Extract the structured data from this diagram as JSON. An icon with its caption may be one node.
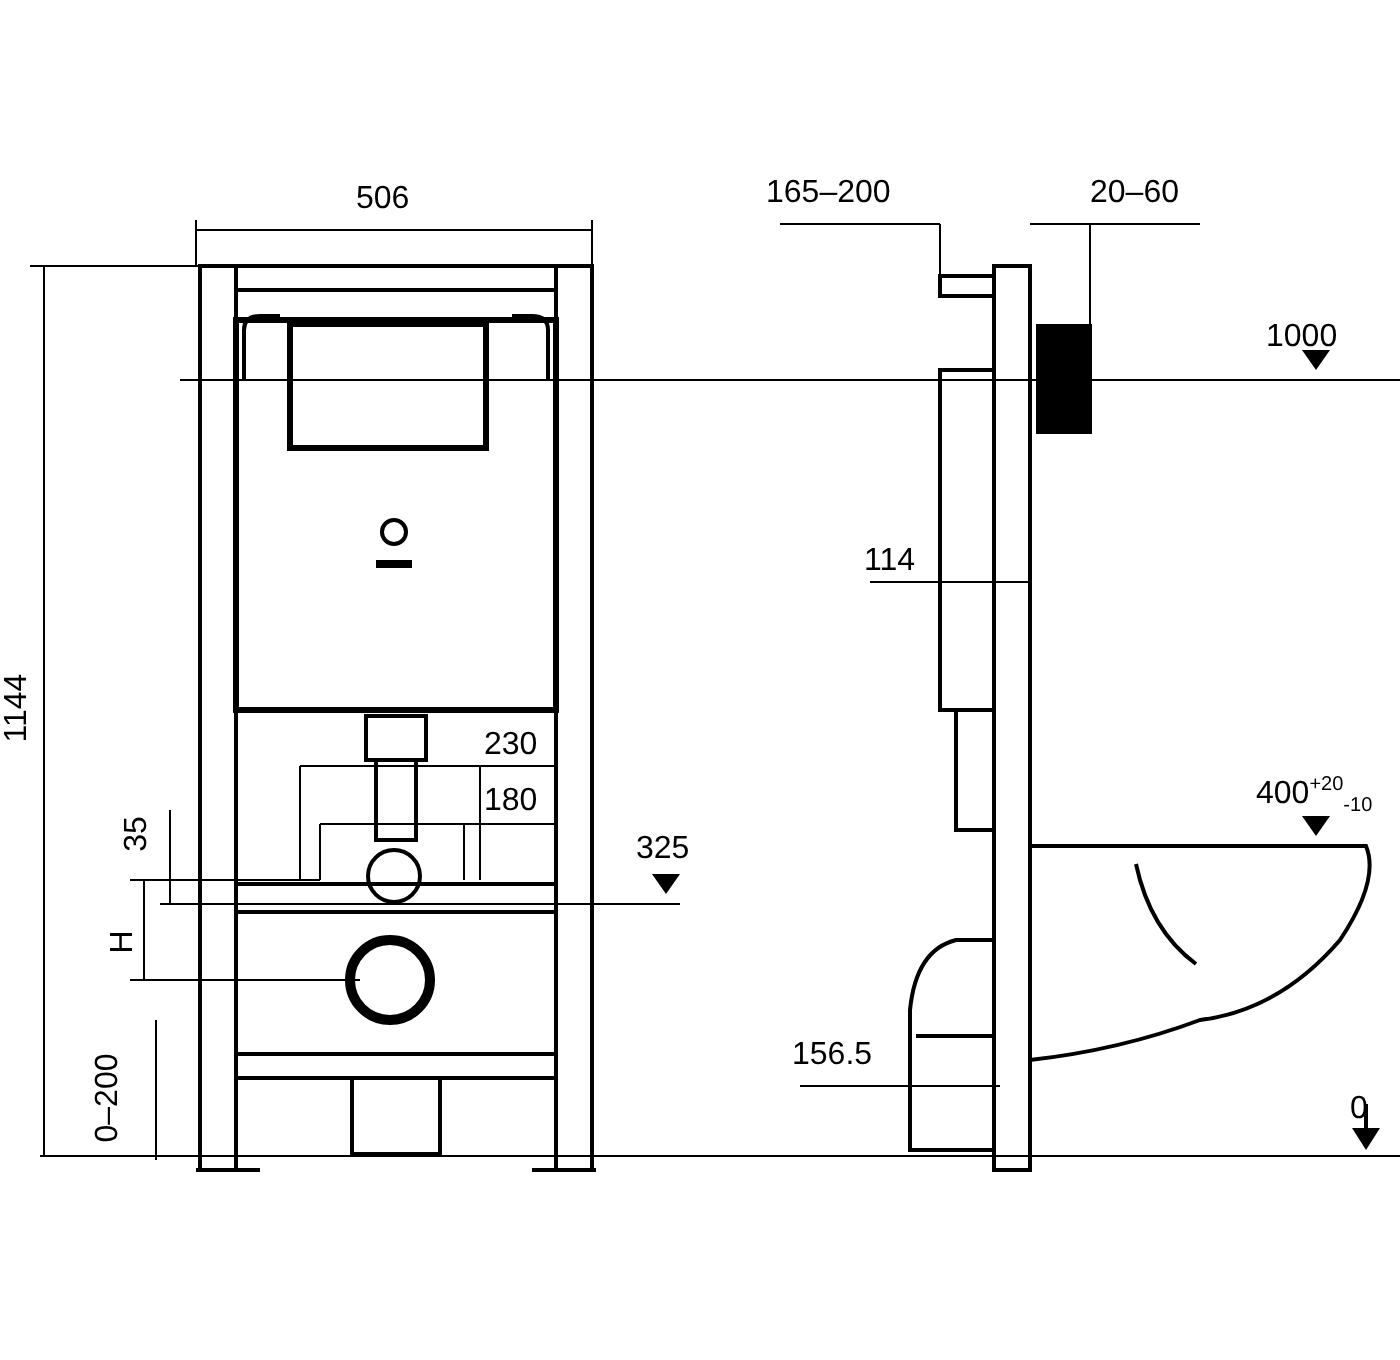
{
  "diagram": {
    "labels": [
      "506",
      "165–200",
      "20–60",
      "1000",
      "1144",
      "114",
      "230",
      "180",
      "35",
      "325",
      "400$^{+20}$$_{-10}$",
      "H",
      "156.5",
      "0–200",
      "0"
    ]
  }
}
